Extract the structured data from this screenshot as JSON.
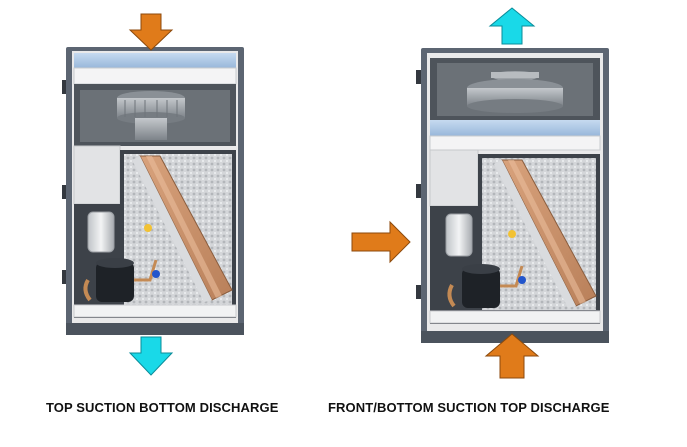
{
  "colors": {
    "intake_arrow": "#e07b1a",
    "discharge_arrow": "#19d9e8",
    "cabinet_frame": "#5c6572",
    "cabinet_interior": "#e9e9ea",
    "fan_housing": "#9ea3a8",
    "coil": "#c9916a",
    "filter": "#a9c6e6"
  },
  "units": [
    {
      "caption": "TOP SUCTION BOTTOM DISCHARGE",
      "intake": [
        "top"
      ],
      "discharge": [
        "bottom"
      ]
    },
    {
      "caption": "FRONT/BOTTOM SUCTION TOP DISCHARGE",
      "intake": [
        "front",
        "bottom"
      ],
      "discharge": [
        "top"
      ]
    }
  ]
}
